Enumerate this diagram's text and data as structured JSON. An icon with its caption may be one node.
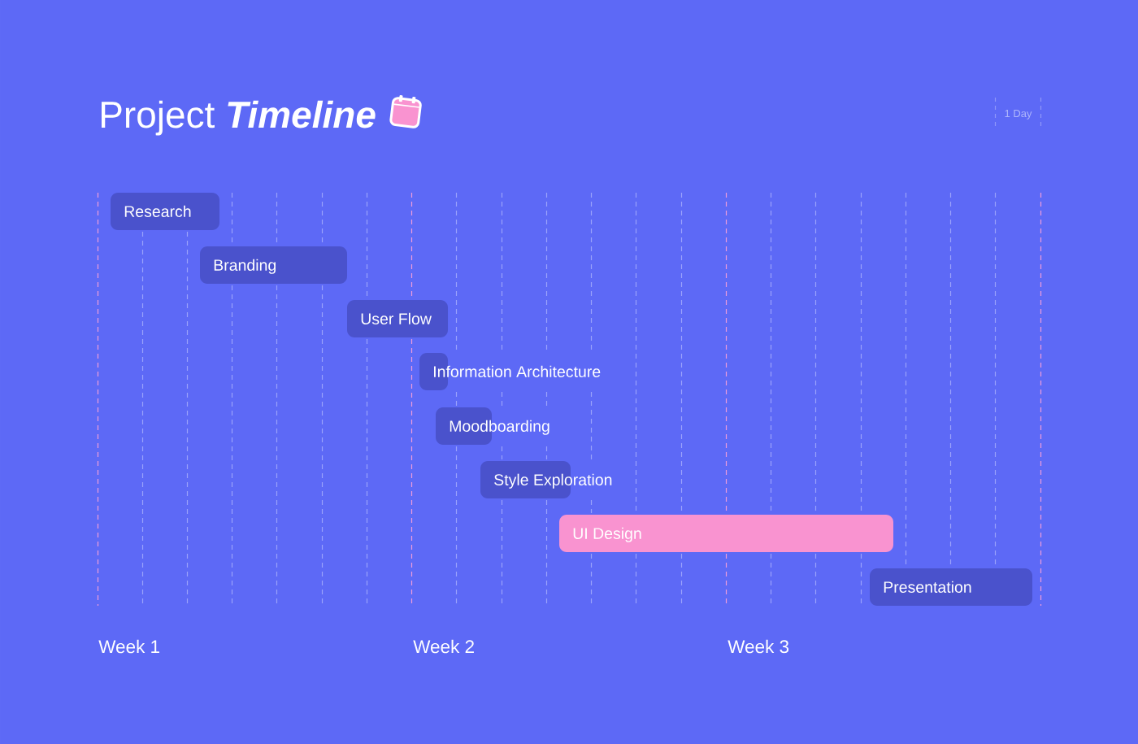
{
  "diagram": {
    "title": "Project *Timeline*",
    "nodes": [
      {
        "text": [
          "Research"
        ]
      },
      {
        "text": [
          "Branding"
        ]
      },
      {
        "text": [
          "User Flow"
        ]
      },
      {
        "text": [
          "Information Architecture"
        ]
      },
      {
        "text": [
          "Moodboarding"
        ]
      },
      {
        "text": [
          "Style Exploration"
        ]
      },
      {
        "text": [
          "UI Design"
        ]
      },
      {
        "text": [
          "Presentation"
        ]
      }
    ],
    "labels": [
      "Week 1",
      "Week 2",
      "Week 3"
    ],
    "legend": [
      {
        "text": "1 Day"
      }
    ]
  }
}
